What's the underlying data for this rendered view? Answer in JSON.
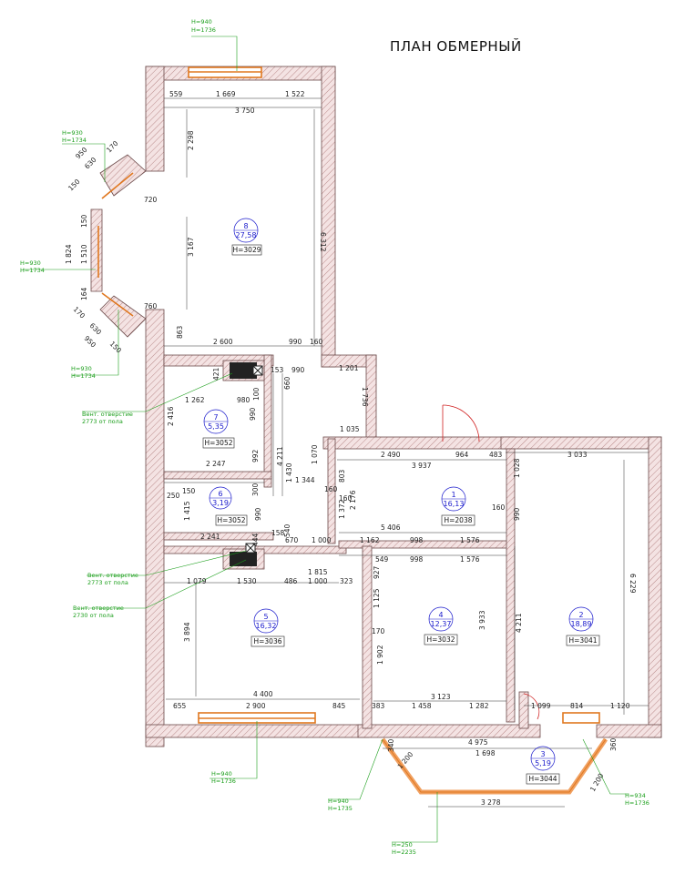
{
  "title": "ПЛАН ОБМЕРНЫЙ",
  "rooms": [
    {
      "num": "8",
      "area": "27,58",
      "height": "H=3029"
    },
    {
      "num": "7",
      "area": "5,35",
      "height": "H=3052"
    },
    {
      "num": "6",
      "area": "3,19",
      "height": "H=3052"
    },
    {
      "num": "1",
      "area": "16,13",
      "height": "H=2038"
    },
    {
      "num": "5",
      "area": "16,32",
      "height": "H=3036"
    },
    {
      "num": "4",
      "area": "12,37",
      "height": "H=3032"
    },
    {
      "num": "2",
      "area": "18,89",
      "height": "H=3041"
    },
    {
      "num": "3",
      "area": "5,19",
      "height": "H=3044"
    }
  ],
  "notes": {
    "win_top": [
      "H=940",
      "H=1736"
    ],
    "win_bay_top": [
      "H=930",
      "H=1734"
    ],
    "win_bay_mid": [
      "H=930",
      "H=1734"
    ],
    "win_bay_bot": [
      "H=930",
      "H=1734"
    ],
    "vent1": [
      "Вент. отверстие",
      "2773 от пола"
    ],
    "vent2": [
      "Вент. отверстие",
      "2773 от пола"
    ],
    "vent3": [
      "Вент. отверстие",
      "2730 от пола"
    ],
    "win_bottom_left": [
      "H=940",
      "H=1736"
    ],
    "win_bay_bottom_left": [
      "H=940",
      "H=1735"
    ],
    "win_bay_bottom_right": [
      "H=934",
      "H=1736"
    ],
    "win_bay_bottom_center": [
      "H=250",
      "H=2235"
    ]
  },
  "dims": {
    "d559": "559",
    "d1669": "1 669",
    "d1522": "1 522",
    "d3750": "3 750",
    "d2298": "2 298",
    "d720": "720",
    "d3167": "3 167",
    "d6312": "6 312",
    "d760": "760",
    "d863": "863",
    "d2600": "2 600",
    "d990a": "990",
    "d160a": "160",
    "d950a": "950",
    "d630a": "630",
    "d170a": "170",
    "d150a": "150",
    "d1824": "1 824",
    "d1510": "1 510",
    "d150b": "150",
    "d164": "164",
    "d170b": "170",
    "d630b": "630",
    "d950b": "950",
    "d150c": "150",
    "d153": "153",
    "d990b": "990",
    "d1201": "1 201",
    "d421": "421",
    "d1262": "1 262",
    "d980": "980",
    "d100": "100",
    "d660": "660",
    "d1736v": "1 736",
    "d2416": "2 416",
    "d990c": "990",
    "d1035": "1 035",
    "d4211a": "4 211",
    "d1430": "1 430",
    "d1070": "1 070",
    "d992": "992",
    "d2247": "2 247",
    "d1344": "1 344",
    "d160b": "160",
    "d803": "803",
    "d2490": "2 490",
    "d964": "964",
    "d483": "483",
    "d3033": "3 033",
    "d3937": "3 937",
    "d1028": "1 028",
    "d2176": "2 176",
    "d1372": "1 372",
    "d160c": "160",
    "d990d": "990",
    "d250": "250",
    "d300": "300",
    "d1415": "1 415",
    "d990e": "990",
    "d5406": "5 406",
    "d540": "540",
    "d444": "444",
    "d2241": "2 241",
    "d670": "670",
    "d1000a": "1 000",
    "d1162": "1 162",
    "d998a": "998",
    "d1576a": "1 576",
    "d549": "549",
    "d998b": "998",
    "d1576b": "1 576",
    "d1815": "1 815",
    "d1079": "1 079",
    "d1530": "1 530",
    "d486": "486",
    "d1000b": "1 000",
    "d323": "323",
    "d927": "927",
    "d1125": "1 125",
    "d3894": "3 894",
    "d170c": "170",
    "d3933": "3 933",
    "d4211b": "4 211",
    "d6229": "6 229",
    "d1902": "1 902",
    "d4400": "4 400",
    "d3123": "3 123",
    "d655": "655",
    "d2900": "2 900",
    "d845": "845",
    "d383": "383",
    "d1458": "1 458",
    "d1282": "1 282",
    "d1099": "1 099",
    "d814": "814",
    "d1120": "1 120",
    "d340": "340",
    "d4975": "4 975",
    "d1698": "1 698",
    "d1200a": "1 200",
    "d1200b": "1 200",
    "d360": "360",
    "d3278": "3 278",
    "d158": "158",
    "d150d": "150",
    "d160d": "160"
  }
}
